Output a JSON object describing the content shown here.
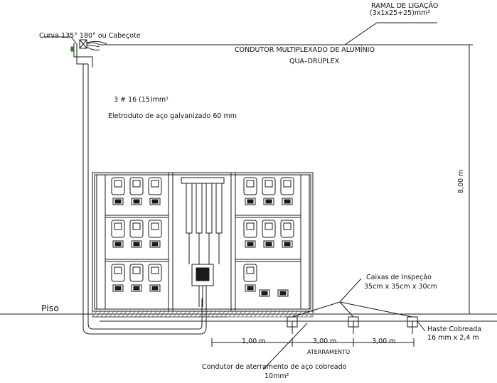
{
  "labels": {
    "curva": "Curva 135° 180° ou Cabeçote",
    "ramal_title": "RAMAL DE LIGAÇÃO",
    "ramal_spec": "(3x1x25+25)mm²",
    "condutor_1": "CONDUTOR MULTIPLEXADO DE ALUMÍNIO",
    "condutor_2": "QUA–DRUPLEX",
    "fios": "3 # 16 (15)mm²",
    "eletroduto": "Eletroduto de aço galvanizado 60 mm",
    "altura": "8,00 m",
    "caixas_1": "Caixas de Inspeção",
    "caixas_2": "35cm x 35cm  x 30cm",
    "piso": "Piso",
    "haste_1": "Haste Cobreada",
    "haste_2": "16 mm x 2,4 m",
    "dim_1": "1,00 m",
    "dim_2": "3,00 m",
    "dim_3": "3,00 m",
    "aterramento": "ATERRAMENTO",
    "condutor_aterr": "Condutor de aterramento de aço cobreado",
    "condutor_aterr_2": "10mm²"
  },
  "colors": {
    "line": "#1a1a1a",
    "hatch": "#555555",
    "accent": "#2a7a2a"
  },
  "meters": {
    "left_panel_rows": [
      3,
      3,
      3
    ],
    "right_panel_rows": [
      3,
      3,
      1
    ]
  }
}
